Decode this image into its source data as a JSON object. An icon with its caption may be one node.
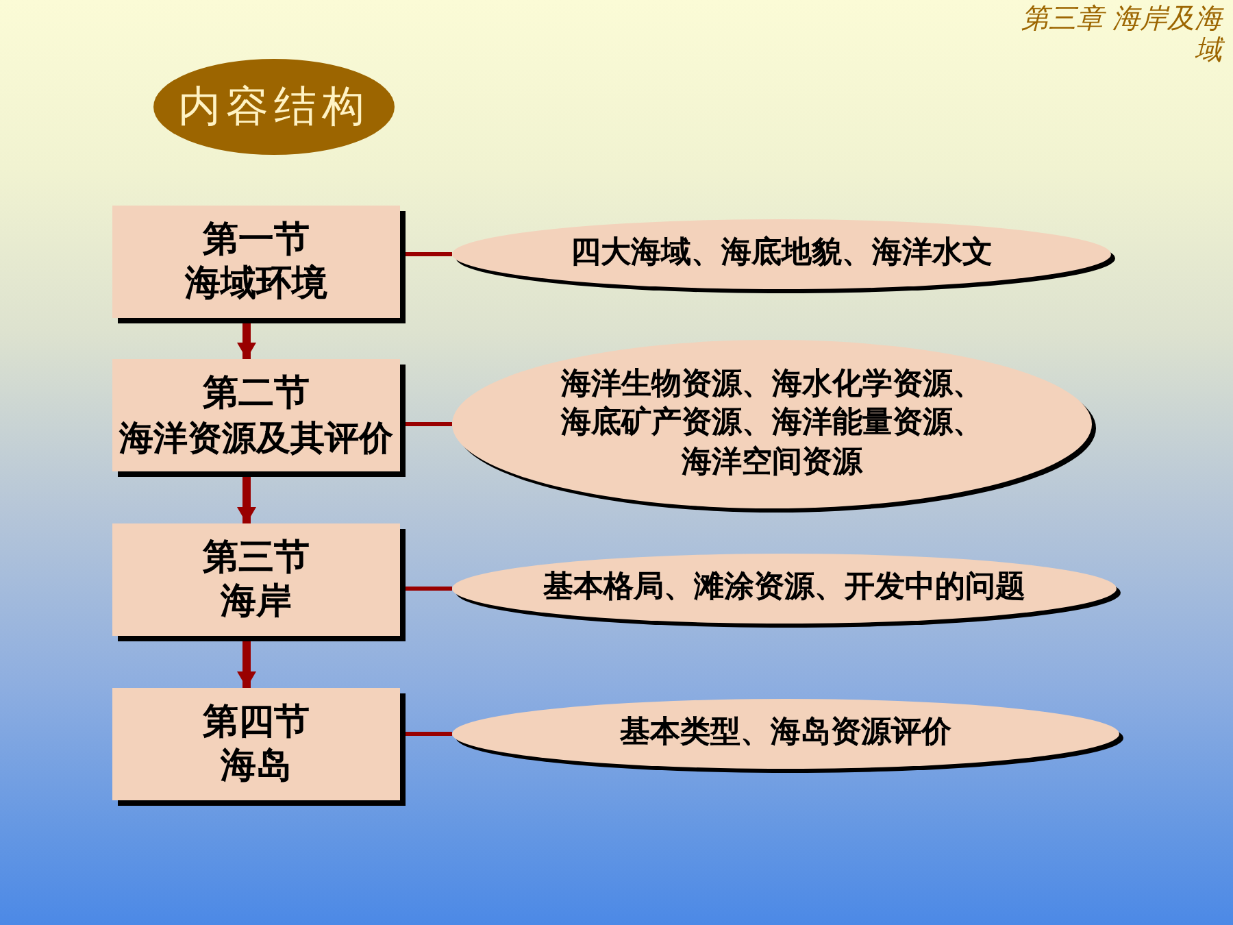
{
  "diagram": {
    "title": "内容结构",
    "nodes": [
      {
        "text": [
          "第一节",
          "海域环境"
        ]
      },
      {
        "text": [
          "四大海域、海底地貌、海洋水文"
        ]
      },
      {
        "text": [
          "第二节",
          "海洋资源及其评价"
        ]
      },
      {
        "text": [
          "海洋生物资源、海水化学资源、海底矿产资源、海洋能量资源、海洋空间资源"
        ]
      },
      {
        "text": [
          "第三节",
          "海岸"
        ]
      },
      {
        "text": [
          "基本格局、滩涂资源、开发中的问题"
        ]
      },
      {
        "text": [
          "第四节",
          "海岛"
        ]
      },
      {
        "text": [
          "基本类型、海岛资源评价"
        ]
      }
    ],
    "edges": [
      {
        "from": 0,
        "to": 2,
        "arrow": "to",
        "style": "thick"
      },
      {
        "from": 2,
        "to": 4,
        "arrow": "to",
        "style": "thick"
      },
      {
        "from": 4,
        "to": 6,
        "arrow": "to",
        "style": "thick"
      },
      {
        "from": 0,
        "to": 1,
        "arrow": "none"
      },
      {
        "from": 2,
        "to": 3,
        "arrow": "none"
      },
      {
        "from": 4,
        "to": 5,
        "arrow": "none"
      },
      {
        "from": 6,
        "to": 7,
        "arrow": "none"
      }
    ],
    "labels": [
      "第三章 海岸及海域"
    ]
  }
}
